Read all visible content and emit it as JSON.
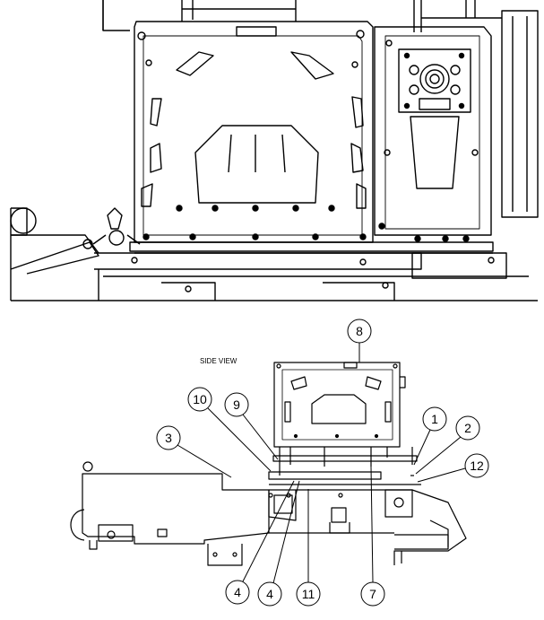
{
  "side_view_label": "SIDE VIEW",
  "callouts": {
    "c1": "1",
    "c2": "2",
    "c3": "3",
    "c4a": "4",
    "c4b": "4",
    "c7": "7",
    "c8": "8",
    "c9": "9",
    "c10": "10",
    "c11": "11",
    "c12": "12"
  },
  "colors": {
    "line": "#000000",
    "background": "#ffffff"
  }
}
